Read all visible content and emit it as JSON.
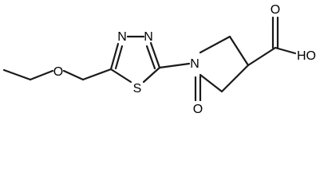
{
  "molecule": {
    "atom_labels": {
      "oxygen_ether": "O",
      "nitrogen_ring_left": "N",
      "nitrogen_ring_right": "N",
      "sulfur": "S",
      "nitrogen_pyrrolidine": "N",
      "oxygen_carbonyl": "O",
      "oxygen_acid_double": "O",
      "hydroxyl": "HO"
    }
  }
}
